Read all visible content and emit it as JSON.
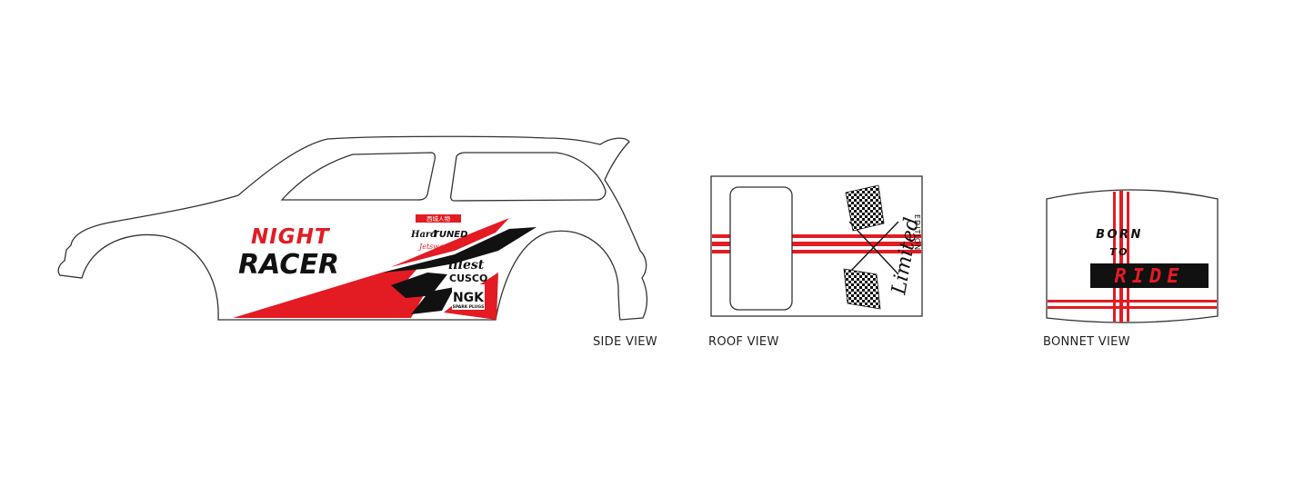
{
  "colors": {
    "accent": "#e31b23",
    "ink": "#111111",
    "outline": "#333333",
    "background": "#ffffff"
  },
  "side": {
    "caption": "SIDE VIEW",
    "title_line1": "NIGHT",
    "title_line2": "RACER",
    "sponsors": {
      "top": "西城人物",
      "hard": "Hard",
      "tuned": "TUNED",
      "script": "Jetswap",
      "illest": "illest",
      "cusco": "CUSCO",
      "ngk": "NGK",
      "ngk_sub": "SPARK PLUGS"
    }
  },
  "roof": {
    "caption": "ROOF VIEW",
    "script": "Limited",
    "edition": "EDITION"
  },
  "bonnet": {
    "caption": "BONNET VIEW",
    "line1": "BORN",
    "line2": "TO",
    "line3": "RIDE"
  }
}
